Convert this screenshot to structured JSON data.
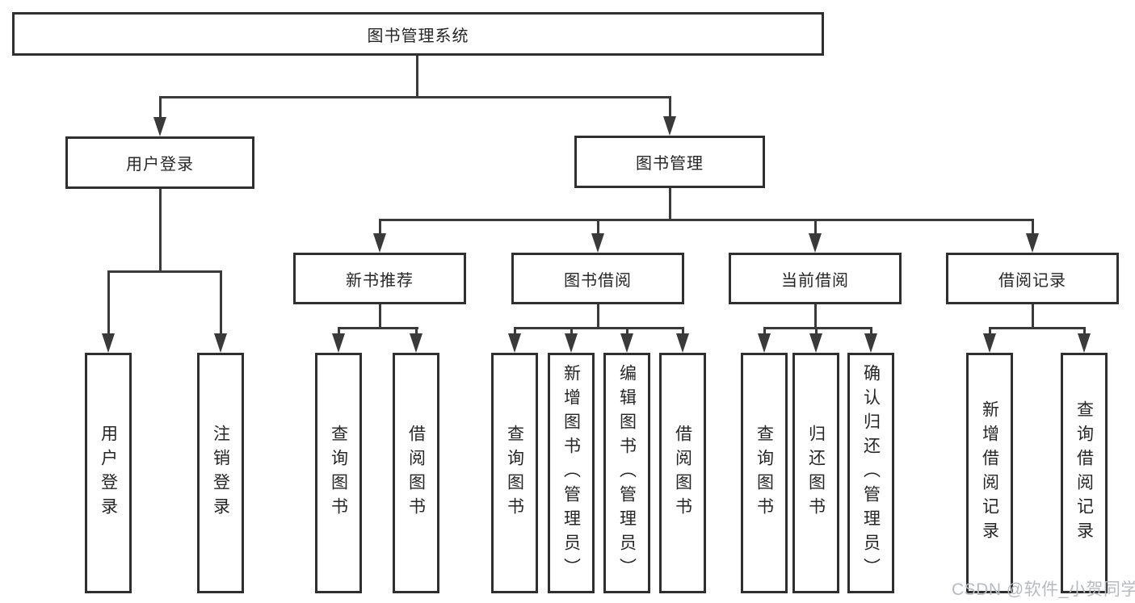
{
  "tree": {
    "label": "图书管理系统",
    "children": [
      {
        "label": "用户登录",
        "children": [
          {
            "label": "用户登录"
          },
          {
            "label": "注销登录"
          }
        ]
      },
      {
        "label": "图书管理",
        "children": [
          {
            "label": "新书推荐",
            "children": [
              {
                "label": "查询图书"
              },
              {
                "label": "借阅图书"
              }
            ]
          },
          {
            "label": "图书借阅",
            "children": [
              {
                "label": "查询图书"
              },
              {
                "label": "新增图书（管理员）"
              },
              {
                "label": "编辑图书（管理员）"
              },
              {
                "label": "借阅图书"
              }
            ]
          },
          {
            "label": "当前借阅",
            "children": [
              {
                "label": "查询图书"
              },
              {
                "label": "归还图书"
              },
              {
                "label": "确认归还（管理员）"
              }
            ]
          },
          {
            "label": "借阅记录",
            "children": [
              {
                "label": "新增借阅记录"
              },
              {
                "label": "查询借阅记录"
              }
            ]
          }
        ]
      }
    ]
  },
  "watermark": "CSDN @软件_小贺同学",
  "colors": {
    "line": "#3a3a3a",
    "box_border": "#2f2f2f",
    "text": "#262626",
    "watermark": "#b7bbbf",
    "background": "#ffffff"
  }
}
